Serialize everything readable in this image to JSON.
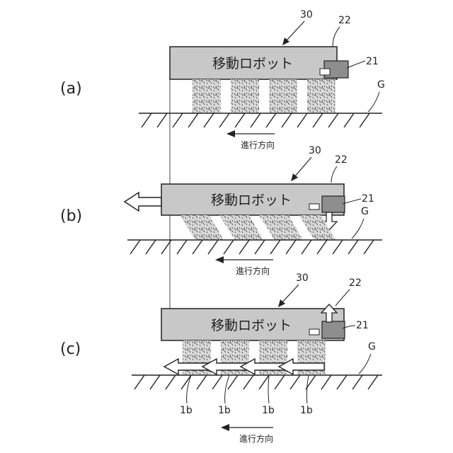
{
  "panels": [
    {
      "id": "a",
      "label": "(a)",
      "robot_text": "移動ロボット",
      "ref_robot": "30",
      "ref_unit": "22",
      "ref_sensor": "21",
      "ref_ground": "G",
      "direction_text": "進行方向"
    },
    {
      "id": "b",
      "label": "(b)",
      "robot_text": "移動ロボット",
      "ref_robot": "30",
      "ref_unit": "22",
      "ref_sensor": "21",
      "ref_ground": "G",
      "direction_text": "進行方向"
    },
    {
      "id": "c",
      "label": "(c)",
      "robot_text": "移動ロボット",
      "ref_robot": "30",
      "ref_unit": "22",
      "ref_sensor": "21",
      "ref_ground": "G",
      "direction_text": "進行方向",
      "ref_leg_parts": [
        "1b",
        "1b",
        "1b",
        "1b"
      ]
    }
  ],
  "colors": {
    "body_fill": "#c8c8c8",
    "sensor_fill": "#8e8e8e",
    "line": "#222222",
    "leg_fill": "#cfcfcf"
  }
}
